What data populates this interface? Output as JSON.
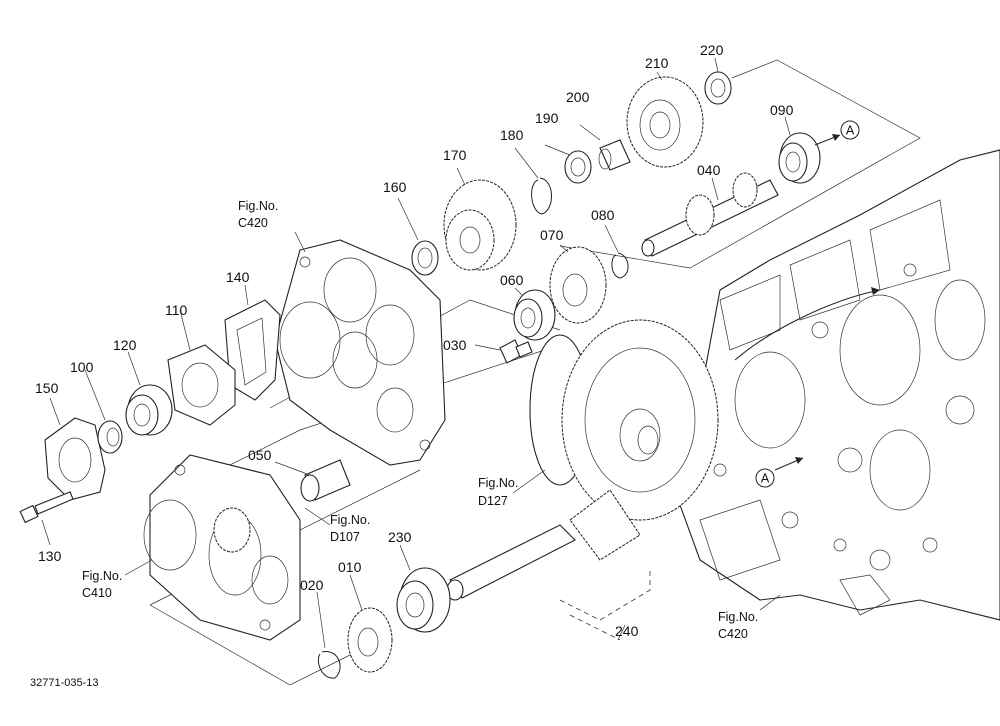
{
  "parts": [
    {
      "id": "p010",
      "label": "010"
    },
    {
      "id": "p020",
      "label": "020"
    },
    {
      "id": "p030",
      "label": "030"
    },
    {
      "id": "p040",
      "label": "040"
    },
    {
      "id": "p050",
      "label": "050"
    },
    {
      "id": "p060",
      "label": "060"
    },
    {
      "id": "p070",
      "label": "070"
    },
    {
      "id": "p080",
      "label": "080"
    },
    {
      "id": "p090",
      "label": "090"
    },
    {
      "id": "p100",
      "label": "100"
    },
    {
      "id": "p110",
      "label": "110"
    },
    {
      "id": "p120",
      "label": "120"
    },
    {
      "id": "p130",
      "label": "130"
    },
    {
      "id": "p140",
      "label": "140"
    },
    {
      "id": "p150",
      "label": "150"
    },
    {
      "id": "p160",
      "label": "160"
    },
    {
      "id": "p170",
      "label": "170"
    },
    {
      "id": "p180",
      "label": "180"
    },
    {
      "id": "p190",
      "label": "190"
    },
    {
      "id": "p200",
      "label": "200"
    },
    {
      "id": "p210",
      "label": "210"
    },
    {
      "id": "p220",
      "label": "220"
    },
    {
      "id": "p230",
      "label": "230"
    },
    {
      "id": "p240",
      "label": "240"
    }
  ],
  "figure_refs": [
    {
      "line1": "Fig.No.",
      "line2": "C420"
    },
    {
      "line1": "Fig.No.",
      "line2": "D127"
    },
    {
      "line1": "Fig.No.",
      "line2": "D107"
    },
    {
      "line1": "Fig.No.",
      "line2": "C410"
    },
    {
      "line1": "Fig.No.",
      "line2": "C420"
    }
  ],
  "markers": {
    "a_top": "A",
    "a_bottom": "A"
  },
  "drawing_code": "32771-035-13"
}
